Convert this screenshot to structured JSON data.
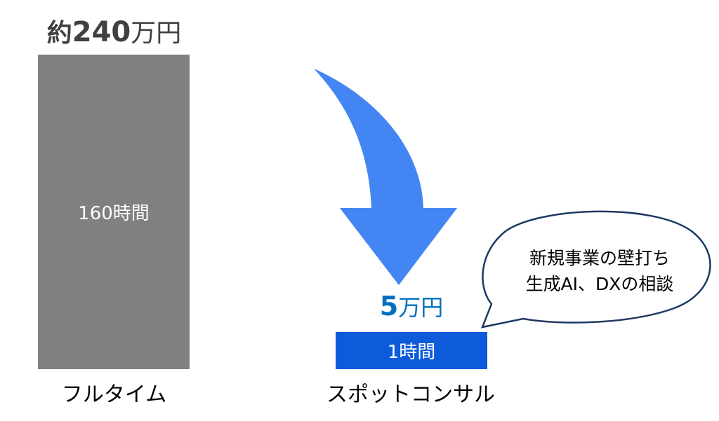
{
  "fulltime": {
    "price_prefix": "約",
    "price_number": "240",
    "price_unit": "万円",
    "hours": "160時間",
    "label": "フルタイム"
  },
  "spot": {
    "price_number": "5",
    "price_unit": "万円",
    "hours": "1時間",
    "label": "スポットコンサル"
  },
  "bubble": {
    "line1": "新規事業の壁打ち",
    "line2": "生成AI、DXの相談"
  },
  "colors": {
    "gray_bar": "#808080",
    "blue_bar": "#0d5bdb",
    "arrow": "#4485f4",
    "price_blue": "#0070c0",
    "bubble_border": "#1f3864"
  }
}
